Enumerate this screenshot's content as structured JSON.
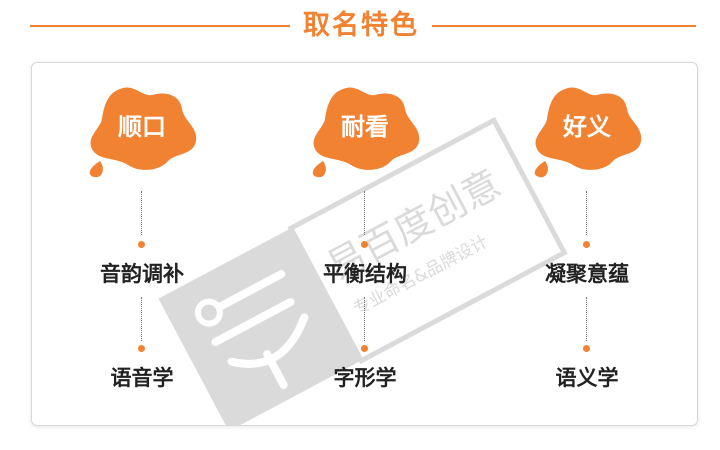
{
  "header": {
    "title": "取名特色"
  },
  "watermark": {
    "brand": "易百度创意",
    "tagline": "专业命名&品牌设计"
  },
  "columns": [
    {
      "badge": "顺口",
      "method": "音韵调补",
      "discipline": "语音学"
    },
    {
      "badge": "耐看",
      "method": "平衡结构",
      "discipline": "字形学"
    },
    {
      "badge": "好义",
      "method": "凝聚意蕴",
      "discipline": "语义学"
    }
  ],
  "colors": {
    "accent": "#f08232",
    "text": "#222222",
    "watermark": "#bdbdbd"
  }
}
